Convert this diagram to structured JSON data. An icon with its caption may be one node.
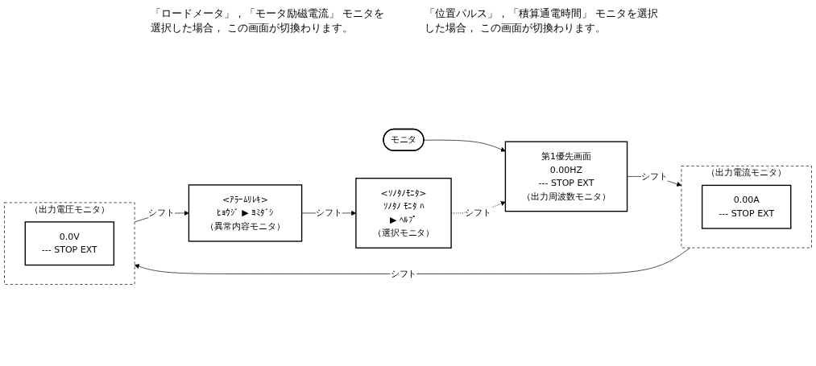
{
  "diagram": {
    "nodes": [
      {
        "text": [
          "モニタ"
        ]
      },
      {
        "text": [
          "第1優先画面",
          "0.00HZ",
          "--- STOP EXT",
          "（出力周波数モニタ）"
        ]
      },
      {
        "text": [
          "（出力電流モニタ）"
        ]
      },
      {
        "text": [
          "0.00A",
          "--- STOP EXT"
        ],
        "in": 2
      },
      {
        "text": [
          "（出力電圧モニタ）"
        ]
      },
      {
        "text": [
          "0.0V",
          "--- STOP EXT"
        ],
        "in": 4
      },
      {
        "text": [
          "<ｱﾗｰﾑﾘﾚｷ>",
          "ﾋｮｳｼﾞ ▶ ﾖﾐﾀﾞｼ",
          "（異常内容モニタ）"
        ]
      },
      {
        "text": [
          "<ｿﾉﾀﾉﾓﾆﾀ>",
          "ｿﾉﾀﾉ ﾓﾆﾀ ﾊ",
          "▶ ﾍﾙﾌﾟ",
          "（選択モニタ）"
        ]
      }
    ],
    "edges": [
      {
        "from": 0,
        "to": 1,
        "arrow": "to"
      },
      {
        "from": 1,
        "to": 2,
        "arrow": "to",
        "label": "シフト"
      },
      {
        "from": 2,
        "to": 4,
        "arrow": "to",
        "label": "シフト"
      },
      {
        "from": 4,
        "to": 6,
        "arrow": "to",
        "label": "シフト"
      },
      {
        "from": 6,
        "to": 7,
        "arrow": "to",
        "label": "シフト"
      },
      {
        "from": 7,
        "to": 1,
        "arrow": "to",
        "label": "シフト",
        "style": "dashed"
      }
    ],
    "labels": [
      "「ロードメータ」，「モータ励磁電流」 モニタを選択した場合， この画面が切換わります。",
      "「位置パルス」，「積算通電時間」 モニタを選択した場合， この画面が切換わります。"
    ]
  }
}
